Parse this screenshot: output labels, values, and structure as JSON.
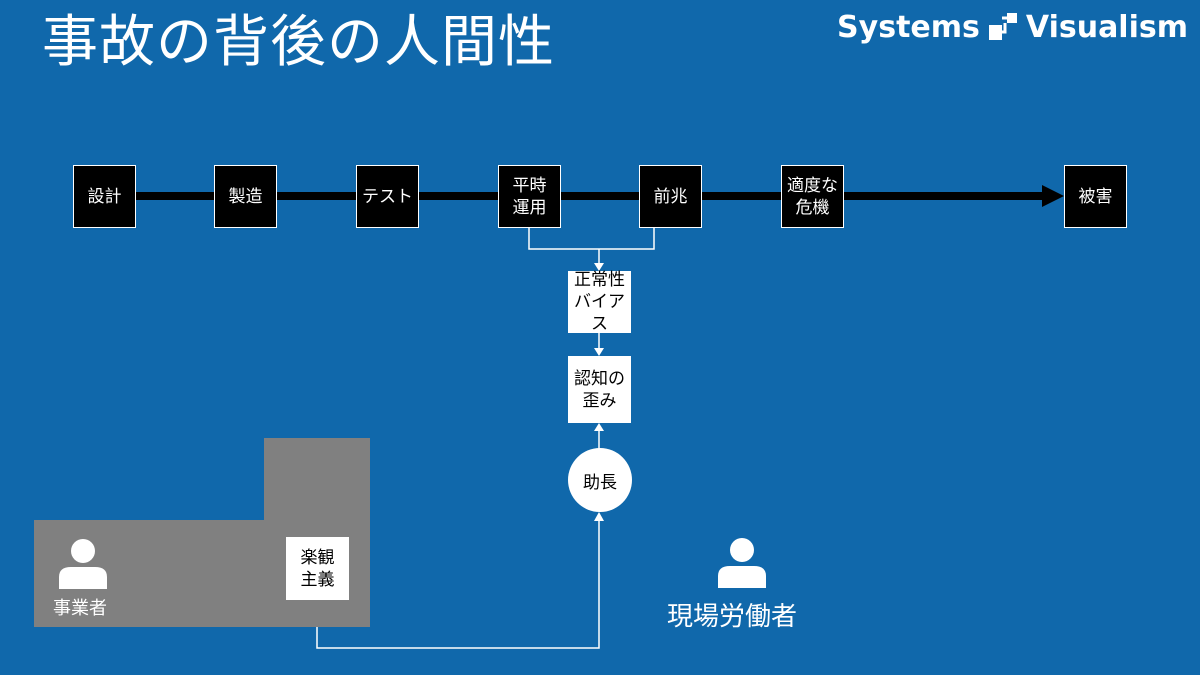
{
  "title": "事故の背後の人間性",
  "brand": {
    "left": "Systems",
    "right": "Visualism"
  },
  "timeline": [
    "設計",
    "製造",
    "テスト",
    "平時\n運用",
    "前兆",
    "適度な\n危機",
    "被害"
  ],
  "chain": {
    "bias": "正常性\nバイアス",
    "distortion": "認知の\n歪み",
    "promote": "助長",
    "optimism": "楽観\n主義"
  },
  "actors": {
    "business": "事業者",
    "worker": "現場労働者"
  },
  "colors": {
    "background": "#1068ab",
    "org_fill": "#808080"
  }
}
